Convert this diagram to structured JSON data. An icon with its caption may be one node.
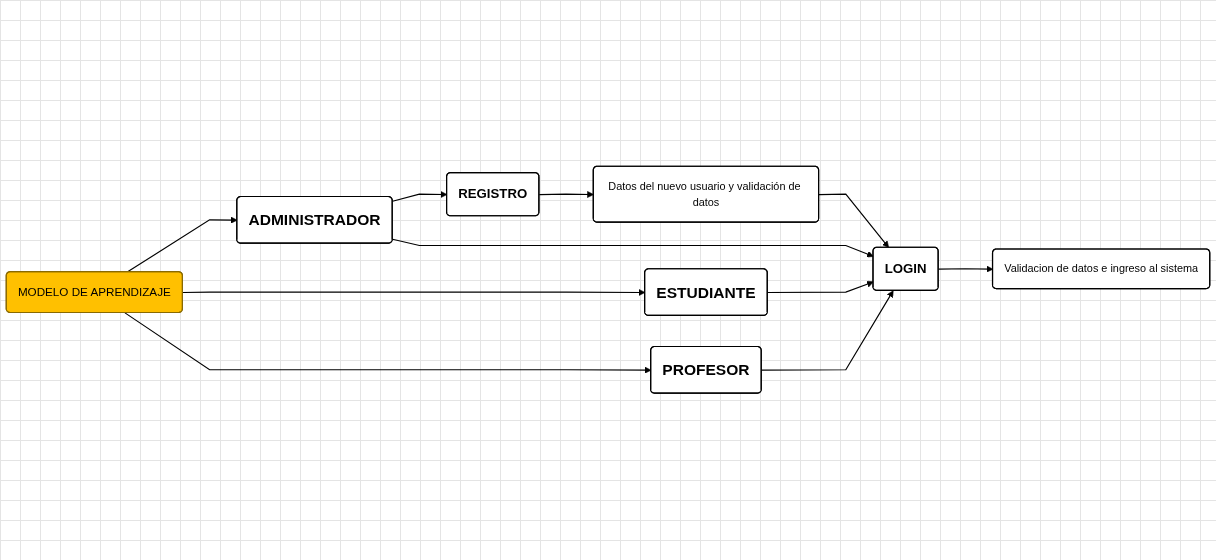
{
  "diagram": {
    "nodes": [
      {
        "text": [
          "MODELO DE APRENDIZAJE"
        ]
      },
      {
        "text": [
          "ADMINISTRADOR"
        ]
      },
      {
        "text": [
          "ESTUDIANTE"
        ]
      },
      {
        "text": [
          "PROFESOR"
        ]
      },
      {
        "text": [
          "REGISTRO"
        ]
      },
      {
        "text": [
          "Datos del nuevo usuario y validación de datos"
        ]
      },
      {
        "text": [
          "LOGIN"
        ]
      },
      {
        "text": [
          "Validacion de datos e ingreso al sistema"
        ]
      }
    ],
    "edges": [
      {
        "from": 0,
        "to": 1,
        "arrow": "to"
      },
      {
        "from": 0,
        "to": 2,
        "arrow": "to"
      },
      {
        "from": 0,
        "to": 3,
        "arrow": "to"
      },
      {
        "from": 1,
        "to": 4,
        "arrow": "to"
      },
      {
        "from": 1,
        "to": 6,
        "arrow": "to"
      },
      {
        "from": 2,
        "to": 6,
        "arrow": "to"
      },
      {
        "from": 3,
        "to": 6,
        "arrow": "to"
      },
      {
        "from": 4,
        "to": 5,
        "arrow": "to"
      },
      {
        "from": 5,
        "to": 6,
        "arrow": "to"
      },
      {
        "from": 6,
        "to": 7,
        "arrow": "to"
      }
    ]
  }
}
